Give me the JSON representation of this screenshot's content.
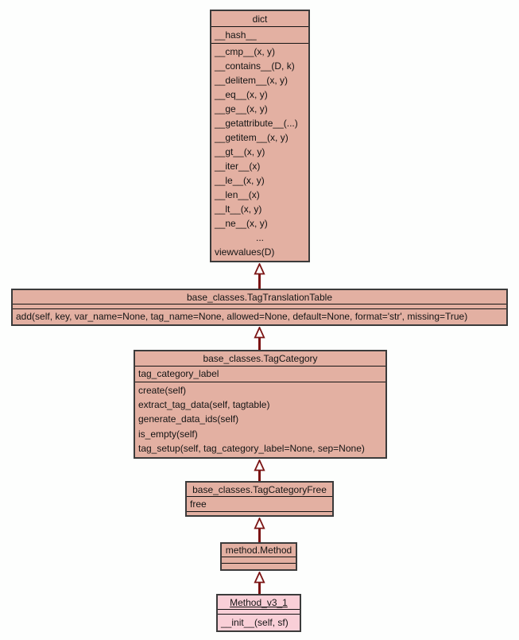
{
  "colors": {
    "bg": "#fdfefd",
    "fill": "#e3b0a2",
    "hl": "#f9cfd7",
    "border": "#3b3b3b",
    "line": "#141414",
    "arrow": "#7b1414",
    "text": "#141414"
  },
  "classes": {
    "dict": {
      "title": "dict",
      "attributes": [
        "__hash__"
      ],
      "methods": [
        "__cmp__(x, y)",
        "__contains__(D, k)",
        "__delitem__(x, y)",
        "__eq__(x, y)",
        "__ge__(x, y)",
        "__getattribute__(...)",
        "__getitem__(x, y)",
        "__gt__(x, y)",
        "__iter__(x)",
        "__le__(x, y)",
        "__len__(x)",
        "__lt__(x, y)",
        "__ne__(x, y)",
        "...",
        "viewvalues(D)"
      ]
    },
    "tag_translation_table": {
      "title": "base_classes.TagTranslationTable",
      "attributes": [],
      "methods": [
        "add(self, key, var_name=None, tag_name=None, allowed=None, default=None, format='str', missing=True)"
      ]
    },
    "tag_category": {
      "title": "base_classes.TagCategory",
      "attributes": [
        "tag_category_label"
      ],
      "methods": [
        "create(self)",
        "extract_tag_data(self, tagtable)",
        "generate_data_ids(self)",
        "is_empty(self)",
        "tag_setup(self, tag_category_label=None, sep=None)"
      ]
    },
    "tag_category_free": {
      "title": "base_classes.TagCategoryFree",
      "attributes": [
        "free"
      ],
      "methods": []
    },
    "method_method": {
      "title": "method.Method",
      "attributes": [],
      "methods": []
    },
    "method_v3_1": {
      "title": "Method_v3_1",
      "attributes": [],
      "methods": [
        "__init__(self, sf)"
      ]
    }
  },
  "inheritance": [
    {
      "child": "base_classes.TagTranslationTable",
      "parent": "dict"
    },
    {
      "child": "base_classes.TagCategory",
      "parent": "base_classes.TagTranslationTable"
    },
    {
      "child": "base_classes.TagCategoryFree",
      "parent": "base_classes.TagCategory"
    },
    {
      "child": "method.Method",
      "parent": "base_classes.TagCategoryFree"
    },
    {
      "child": "Method_v3_1",
      "parent": "method.Method"
    }
  ]
}
